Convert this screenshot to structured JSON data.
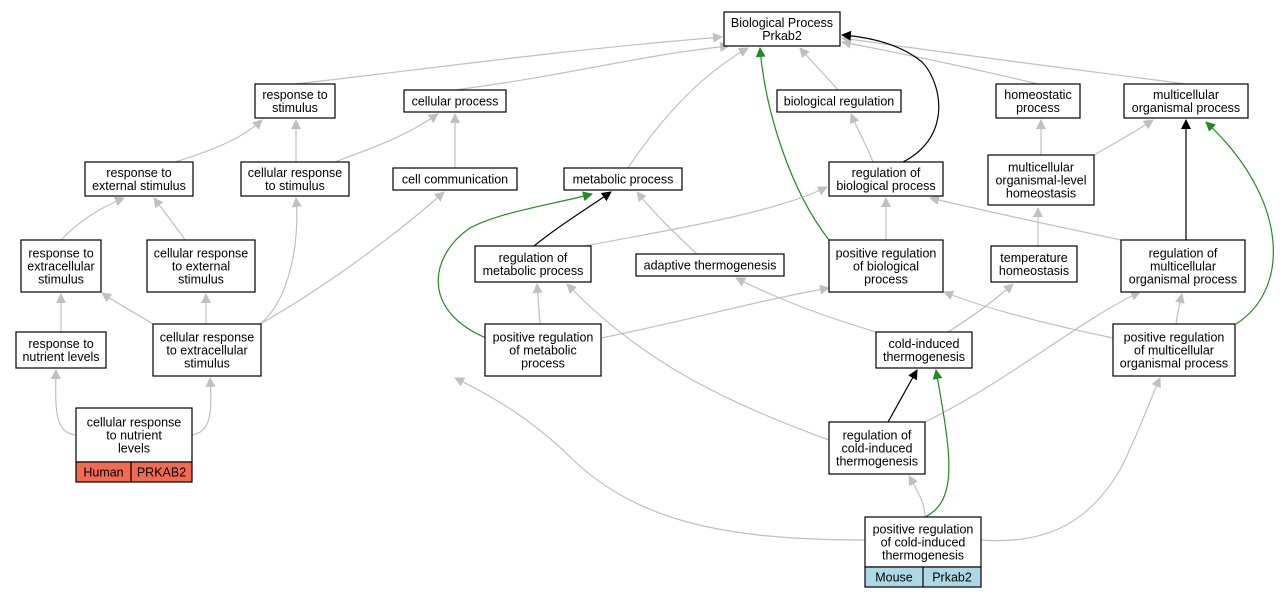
{
  "colors": {
    "edge_default": "#c0c0c0",
    "edge_part_of": "#000000",
    "edge_positive": "#228b22",
    "human_badge": "#f26a50",
    "mouse_badge": "#add8e6"
  },
  "nodes": {
    "root": [
      "Biological Process",
      "Prkab2"
    ],
    "response_to_stimulus": [
      "response to",
      "stimulus"
    ],
    "cellular_process": [
      "cellular process"
    ],
    "biological_regulation": [
      "biological regulation"
    ],
    "homeostatic_process": [
      "homeostatic",
      "process"
    ],
    "multicellular_organismal_process": [
      "multicellular",
      "organismal process"
    ],
    "response_to_external_stimulus": [
      "response to",
      "external stimulus"
    ],
    "cellular_response_to_stimulus": [
      "cellular response",
      "to stimulus"
    ],
    "cell_communication": [
      "cell communication"
    ],
    "metabolic_process": [
      "metabolic process"
    ],
    "regulation_of_biological_process": [
      "regulation of",
      "biological process"
    ],
    "multicellular_organismal_level_homeostasis": [
      "multicellular",
      "organismal-level",
      "homeostasis"
    ],
    "response_to_extracellular_stimulus": [
      "response to",
      "extracellular",
      "stimulus"
    ],
    "cellular_response_to_external_stimulus": [
      "cellular response",
      "to external",
      "stimulus"
    ],
    "regulation_of_metabolic_process": [
      "regulation of",
      "metabolic process"
    ],
    "adaptive_thermogenesis": [
      "adaptive thermogenesis"
    ],
    "positive_regulation_of_biological_process": [
      "positive regulation",
      "of biological",
      "process"
    ],
    "temperature_homeostasis": [
      "temperature",
      "homeostasis"
    ],
    "regulation_of_multicellular_organismal_process": [
      "regulation of",
      "multicellular",
      "organismal process"
    ],
    "response_to_nutrient_levels": [
      "response to",
      "nutrient levels"
    ],
    "cellular_response_to_extracellular_stimulus": [
      "cellular response",
      "to extracellular",
      "stimulus"
    ],
    "positive_regulation_of_metabolic_process": [
      "positive regulation",
      "of metabolic",
      "process"
    ],
    "cold_induced_thermogenesis": [
      "cold-induced",
      "thermogenesis"
    ],
    "positive_regulation_of_multicellular_organismal_process": [
      "positive regulation",
      "of multicellular",
      "organismal process"
    ],
    "cellular_response_to_nutrient_levels": [
      "cellular response",
      "to nutrient",
      "levels"
    ],
    "regulation_of_cold_induced_thermogenesis": [
      "regulation of",
      "cold-induced",
      "thermogenesis"
    ],
    "positive_regulation_of_cold_induced_thermogenesis": [
      "positive regulation",
      "of cold-induced",
      "thermogenesis"
    ]
  },
  "badges": {
    "human": {
      "species": "Human",
      "gene": "PRKAB2"
    },
    "mouse": {
      "species": "Mouse",
      "gene": "Prkab2"
    }
  }
}
